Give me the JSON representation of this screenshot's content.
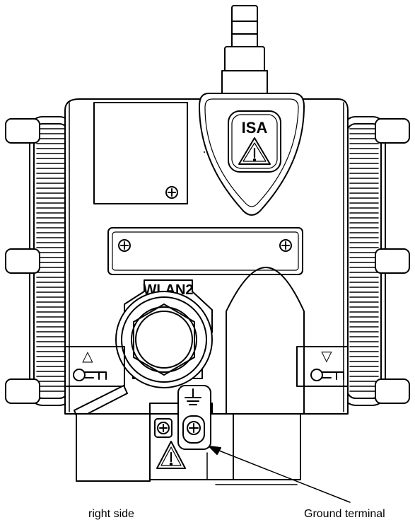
{
  "labels": {
    "isa": "ISA",
    "wlan": "WLAN2",
    "up_arrow": "△",
    "down_arrow": "▽",
    "warning": "!"
  },
  "captions": {
    "view": "right side",
    "ground": "Ground terminal"
  },
  "colors": {
    "line": "#000000",
    "fill": "#ffffff"
  },
  "icons": [
    "key-icon",
    "warning-icon",
    "ground-symbol-icon",
    "screw-icon"
  ]
}
